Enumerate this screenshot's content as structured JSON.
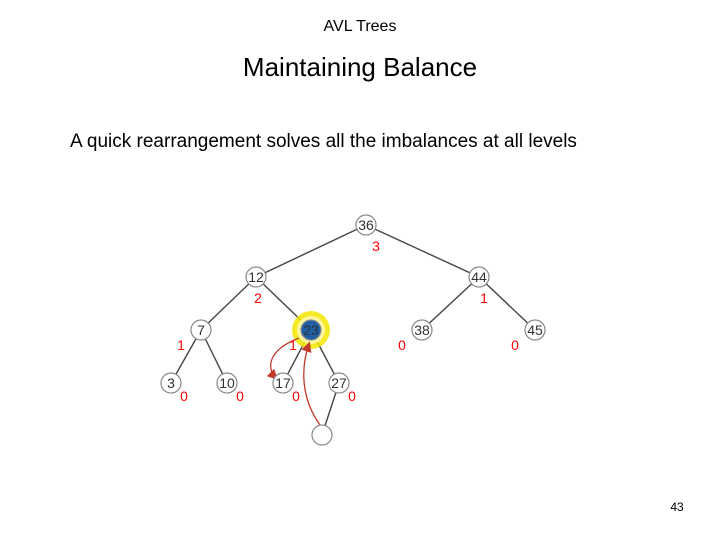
{
  "slide": {
    "header": "AVL Trees",
    "title": "Maintaining Balance",
    "subtitle": "A quick rearrangement solves all the imbalances at all levels",
    "page_number": "43"
  },
  "tree": {
    "nodes": [
      {
        "id": "n36",
        "key": "36",
        "balance": "3"
      },
      {
        "id": "n12",
        "key": "12",
        "balance": "2"
      },
      {
        "id": "n44",
        "key": "44",
        "balance": "1"
      },
      {
        "id": "n7",
        "key": "7",
        "balance": "1"
      },
      {
        "id": "n23",
        "key": "23",
        "balance": "1",
        "highlighted": true
      },
      {
        "id": "n38",
        "key": "38",
        "balance": "0"
      },
      {
        "id": "n45",
        "key": "45",
        "balance": "0"
      },
      {
        "id": "n3",
        "key": "3",
        "balance": "0"
      },
      {
        "id": "n10",
        "key": "10",
        "balance": "0"
      },
      {
        "id": "n17",
        "key": "17",
        "balance": "0"
      },
      {
        "id": "n27",
        "key": "27",
        "balance": "0"
      },
      {
        "id": "nNew",
        "key": "",
        "balance": ""
      }
    ],
    "edges": [
      [
        "n36",
        "n12"
      ],
      [
        "n36",
        "n44"
      ],
      [
        "n12",
        "n7"
      ],
      [
        "n12",
        "n23"
      ],
      [
        "n44",
        "n38"
      ],
      [
        "n44",
        "n45"
      ],
      [
        "n7",
        "n3"
      ],
      [
        "n7",
        "n10"
      ],
      [
        "n23",
        "n17"
      ],
      [
        "n23",
        "n27"
      ],
      [
        "n27",
        "nNew"
      ]
    ],
    "colors": {
      "node_fill": "#ffffff",
      "node_stroke": "#888888",
      "edge": "#444444",
      "balance": "#ff0000",
      "highlight_fill": "#1f5fa8",
      "highlight_ring": "#f2e600",
      "arrow": "#c0392b"
    }
  }
}
